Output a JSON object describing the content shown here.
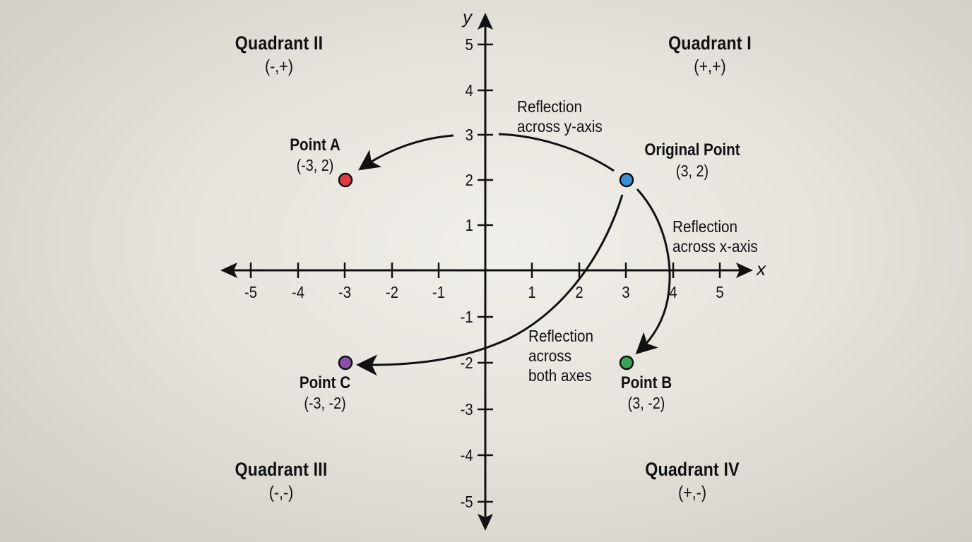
{
  "axes": {
    "x_label": "x",
    "y_label": "y",
    "x_ticks": [
      "-5",
      "-4",
      "-3",
      "-2",
      "-1",
      "1",
      "2",
      "3",
      "4",
      "5"
    ],
    "y_ticks": [
      "5",
      "4",
      "3",
      "2",
      "1",
      "-1",
      "-2",
      "-3",
      "-4",
      "-5"
    ]
  },
  "quadrants": [
    {
      "title": "Quadrant I",
      "signs": "(+,+)"
    },
    {
      "title": "Quadrant II",
      "signs": "(-,+)"
    },
    {
      "title": "Quadrant III",
      "signs": "(-,-)"
    },
    {
      "title": "Quadrant IV",
      "signs": "(+,-)"
    }
  ],
  "points": [
    {
      "name": "Original Point",
      "coord": "(3, 2)",
      "x": 3,
      "y": 2,
      "color": "#3a8fd9"
    },
    {
      "name": "Point A",
      "coord": "(-3, 2)",
      "x": -3,
      "y": 2,
      "color": "#e23a44"
    },
    {
      "name": "Point B",
      "coord": "(3, -2)",
      "x": 3,
      "y": -2,
      "color": "#3aa557"
    },
    {
      "name": "Point C",
      "coord": "(-3, -2)",
      "x": -3,
      "y": -2,
      "color": "#8a4fa8"
    }
  ],
  "annotations": {
    "y_reflection": [
      "Reflection",
      "across y-axis"
    ],
    "x_reflection": [
      "Reflection",
      "across x-axis"
    ],
    "both_reflection": [
      "Reflection",
      "across",
      "both axes"
    ]
  },
  "colors": {
    "axis": "#111111",
    "background": "#e6e3dc"
  }
}
